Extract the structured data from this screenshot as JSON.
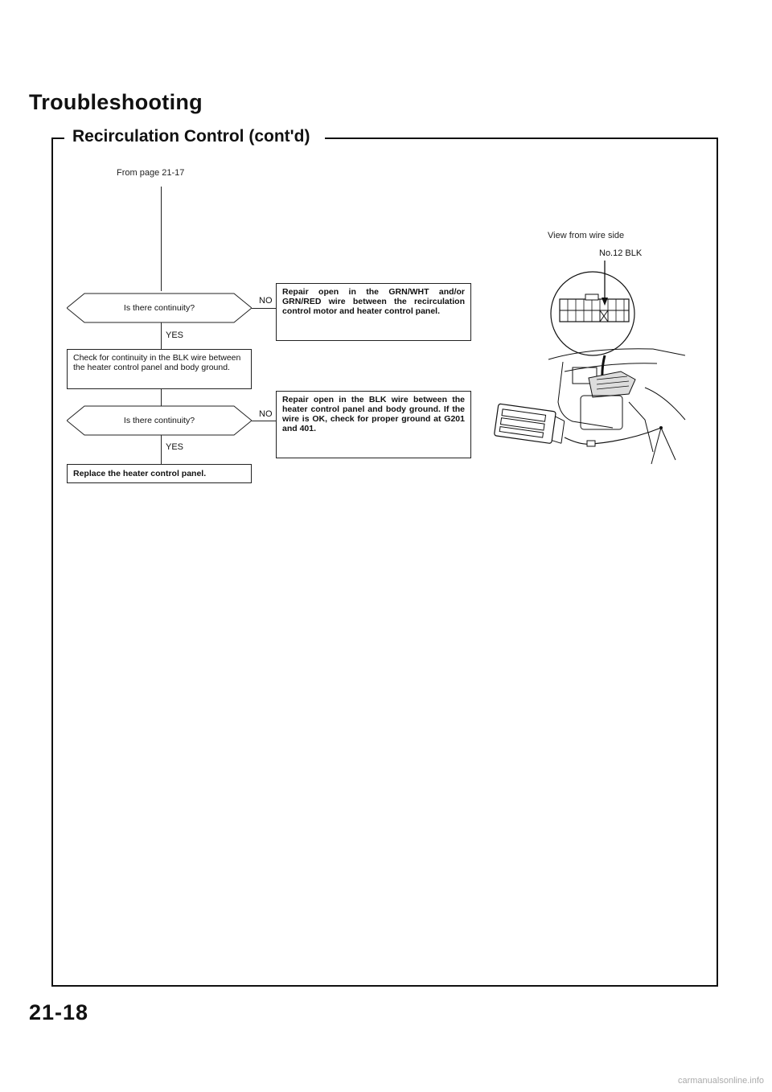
{
  "header": {
    "title": "Troubleshooting",
    "subtitle": "Recirculation Control (cont'd)"
  },
  "flowchart": {
    "from_page": "From page 21-17",
    "q1": {
      "text": "Is there continuity?",
      "yes": "YES",
      "no": "NO"
    },
    "repair1": "Repair open in the GRN/WHT and/or GRN/RED wire between the recirculation control motor and heater control panel.",
    "check1": "Check for continuity in the BLK wire between the heater control panel and body ground.",
    "q2": {
      "text": "Is there continuity?",
      "yes": "YES",
      "no": "NO"
    },
    "repair2": "Repair open in the BLK wire between the heater control panel and body ground. If the wire is OK, check for proper ground at G201 and 401.",
    "final": "Replace the heater control panel."
  },
  "illustration": {
    "view_label": "View from wire side",
    "terminal_label": "No.12 BLK"
  },
  "page_number": "21-18",
  "footer": "carmanualsonline.info"
}
